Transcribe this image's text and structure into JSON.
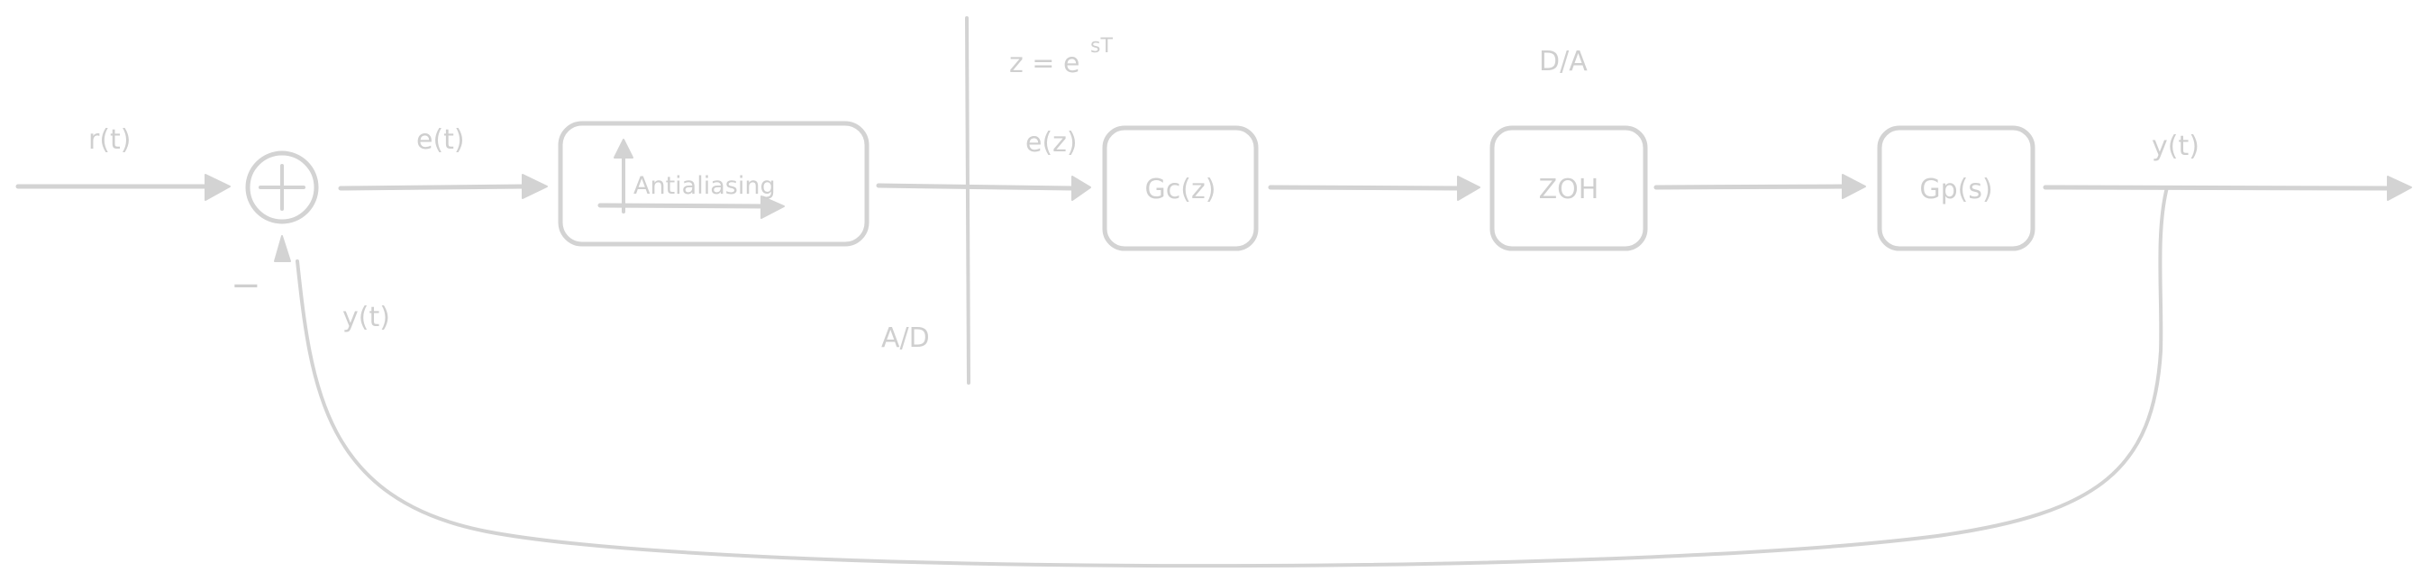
{
  "diagram": {
    "stroke_color": "#d3d3d3",
    "labels": {
      "reference": "r(t)",
      "error": "e(t)",
      "minus_sign": "−",
      "feedback": "y(t)",
      "ad_converter": "A/D",
      "z_transform": "z = e",
      "z_transform_exponent": "sT",
      "sampled_error": "e(z)",
      "da_converter": "D/A",
      "output": "y(t)"
    },
    "blocks": {
      "antialiasing": "Antialiasing",
      "controller": "Gc(z)",
      "zoh": "ZOH",
      "plant": "Gp(s)"
    },
    "summing_junction_symbol": "+"
  }
}
